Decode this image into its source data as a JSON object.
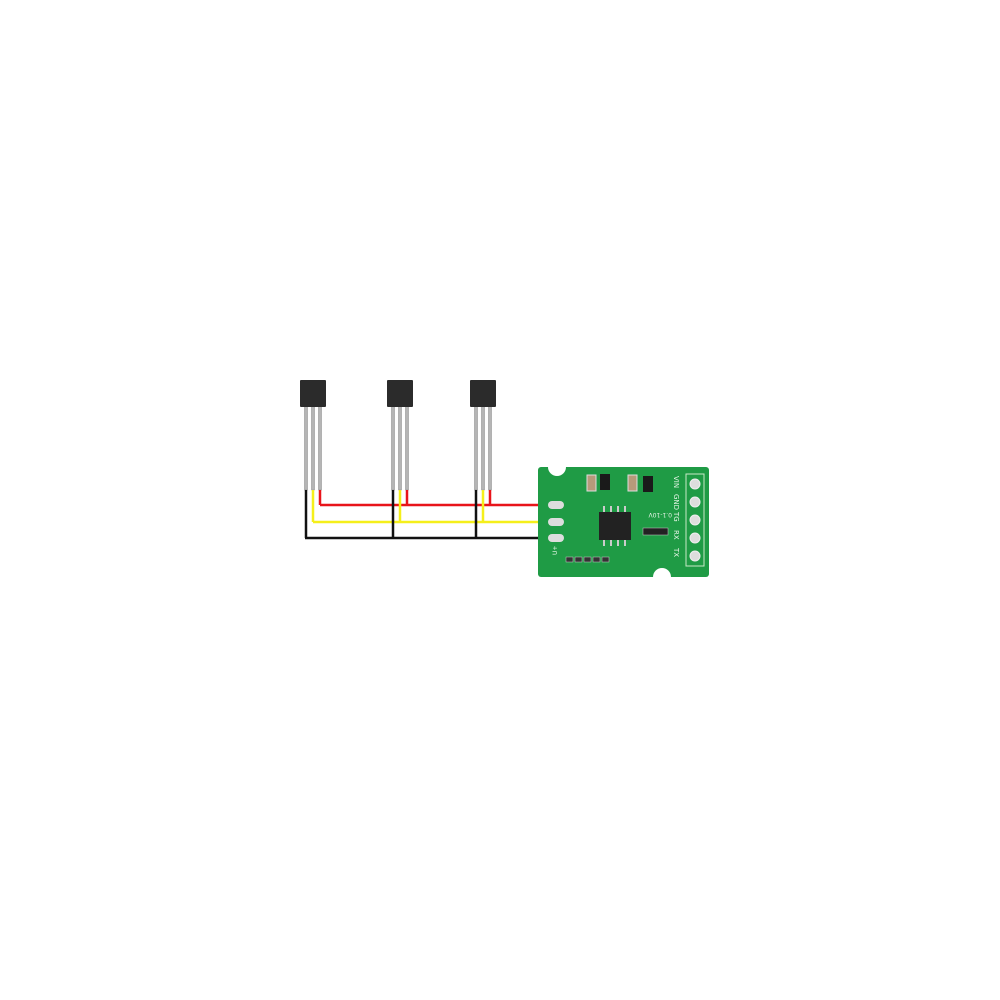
{
  "sensors": [
    {
      "id": "sensor-1"
    },
    {
      "id": "sensor-2"
    },
    {
      "id": "sensor-3"
    }
  ],
  "wires": {
    "power": "#e8141a",
    "data": "#f5ef1a",
    "ground": "#111111"
  },
  "board": {
    "color": "#1f9b45",
    "pins": [
      "VIN",
      "GND",
      "TG",
      "RX",
      "TX"
    ],
    "silkscreen": {
      "range": "0.1-10V",
      "input": "U+"
    }
  }
}
